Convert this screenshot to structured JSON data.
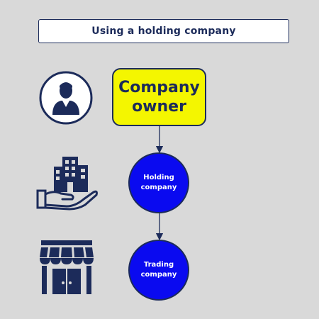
{
  "title": "Using a holding company",
  "nodes": {
    "owner": "Company\nowner",
    "holding": "Holding\ncompany",
    "trading": "Trading\ncompany"
  },
  "icons": [
    "person-icon",
    "building-in-hand-icon",
    "shop-storefront-icon"
  ],
  "colors": {
    "background": "#d9d9d9",
    "navy": "#1c2b5a",
    "owner_fill": "#f4f600",
    "circle_fill": "#0a0af0"
  }
}
